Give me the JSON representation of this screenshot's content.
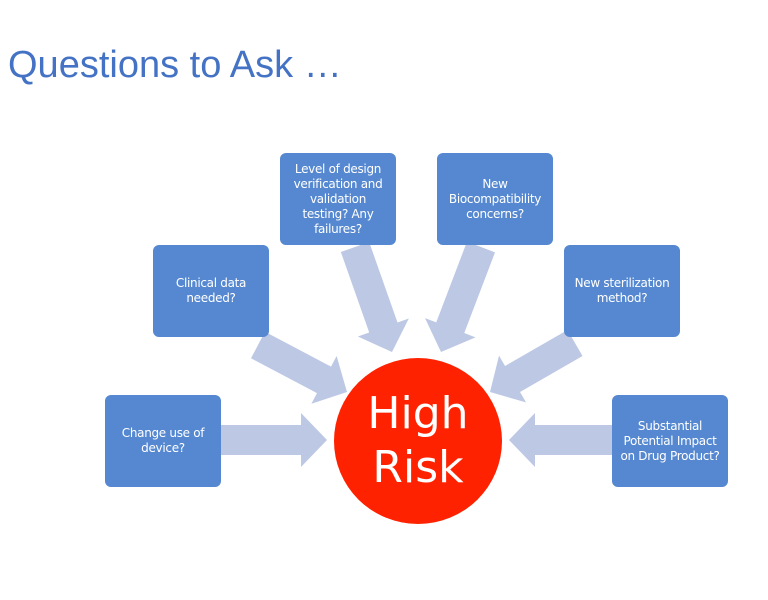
{
  "title": "Questions to Ask …",
  "center": {
    "line1": "High",
    "line2": "Risk"
  },
  "boxes": [
    {
      "id": "change-use",
      "text": "Change use of device?"
    },
    {
      "id": "clinical-data",
      "text": "Clinical data needed?"
    },
    {
      "id": "design-verification",
      "text": "Level of design verification and validation testing? Any failures?"
    },
    {
      "id": "biocompatibility",
      "text": "New Biocompatibility concerns?"
    },
    {
      "id": "sterilization",
      "text": "New sterilization method?"
    },
    {
      "id": "drug-impact",
      "text": "Substantial Potential Impact on Drug Product?"
    }
  ],
  "colors": {
    "title": "#4472C4",
    "box": "#5588D0",
    "arrow": "#BCC8E4",
    "center": "#FF2200"
  }
}
